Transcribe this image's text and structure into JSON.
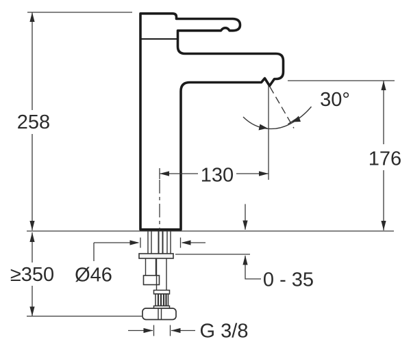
{
  "diagram": {
    "kind": "technical-dimension-drawing",
    "subject": "single-lever tall basin mixer tap, side elevation with installation dimensions",
    "units": "mm",
    "colors": {
      "line": "#333333",
      "outline": "#1b1b1b",
      "text": "#2b2b2b",
      "background": "#ffffff"
    },
    "dimensions": {
      "overall_height": "258",
      "min_clearance_below": "≥350",
      "base_diameter": "Ø46",
      "spout_reach": "130",
      "spout_outlet_angle": "30°",
      "spout_outlet_height": "176",
      "deck_thickness_range": "0 - 35",
      "supply_connection_thread": "G 3/8"
    }
  }
}
